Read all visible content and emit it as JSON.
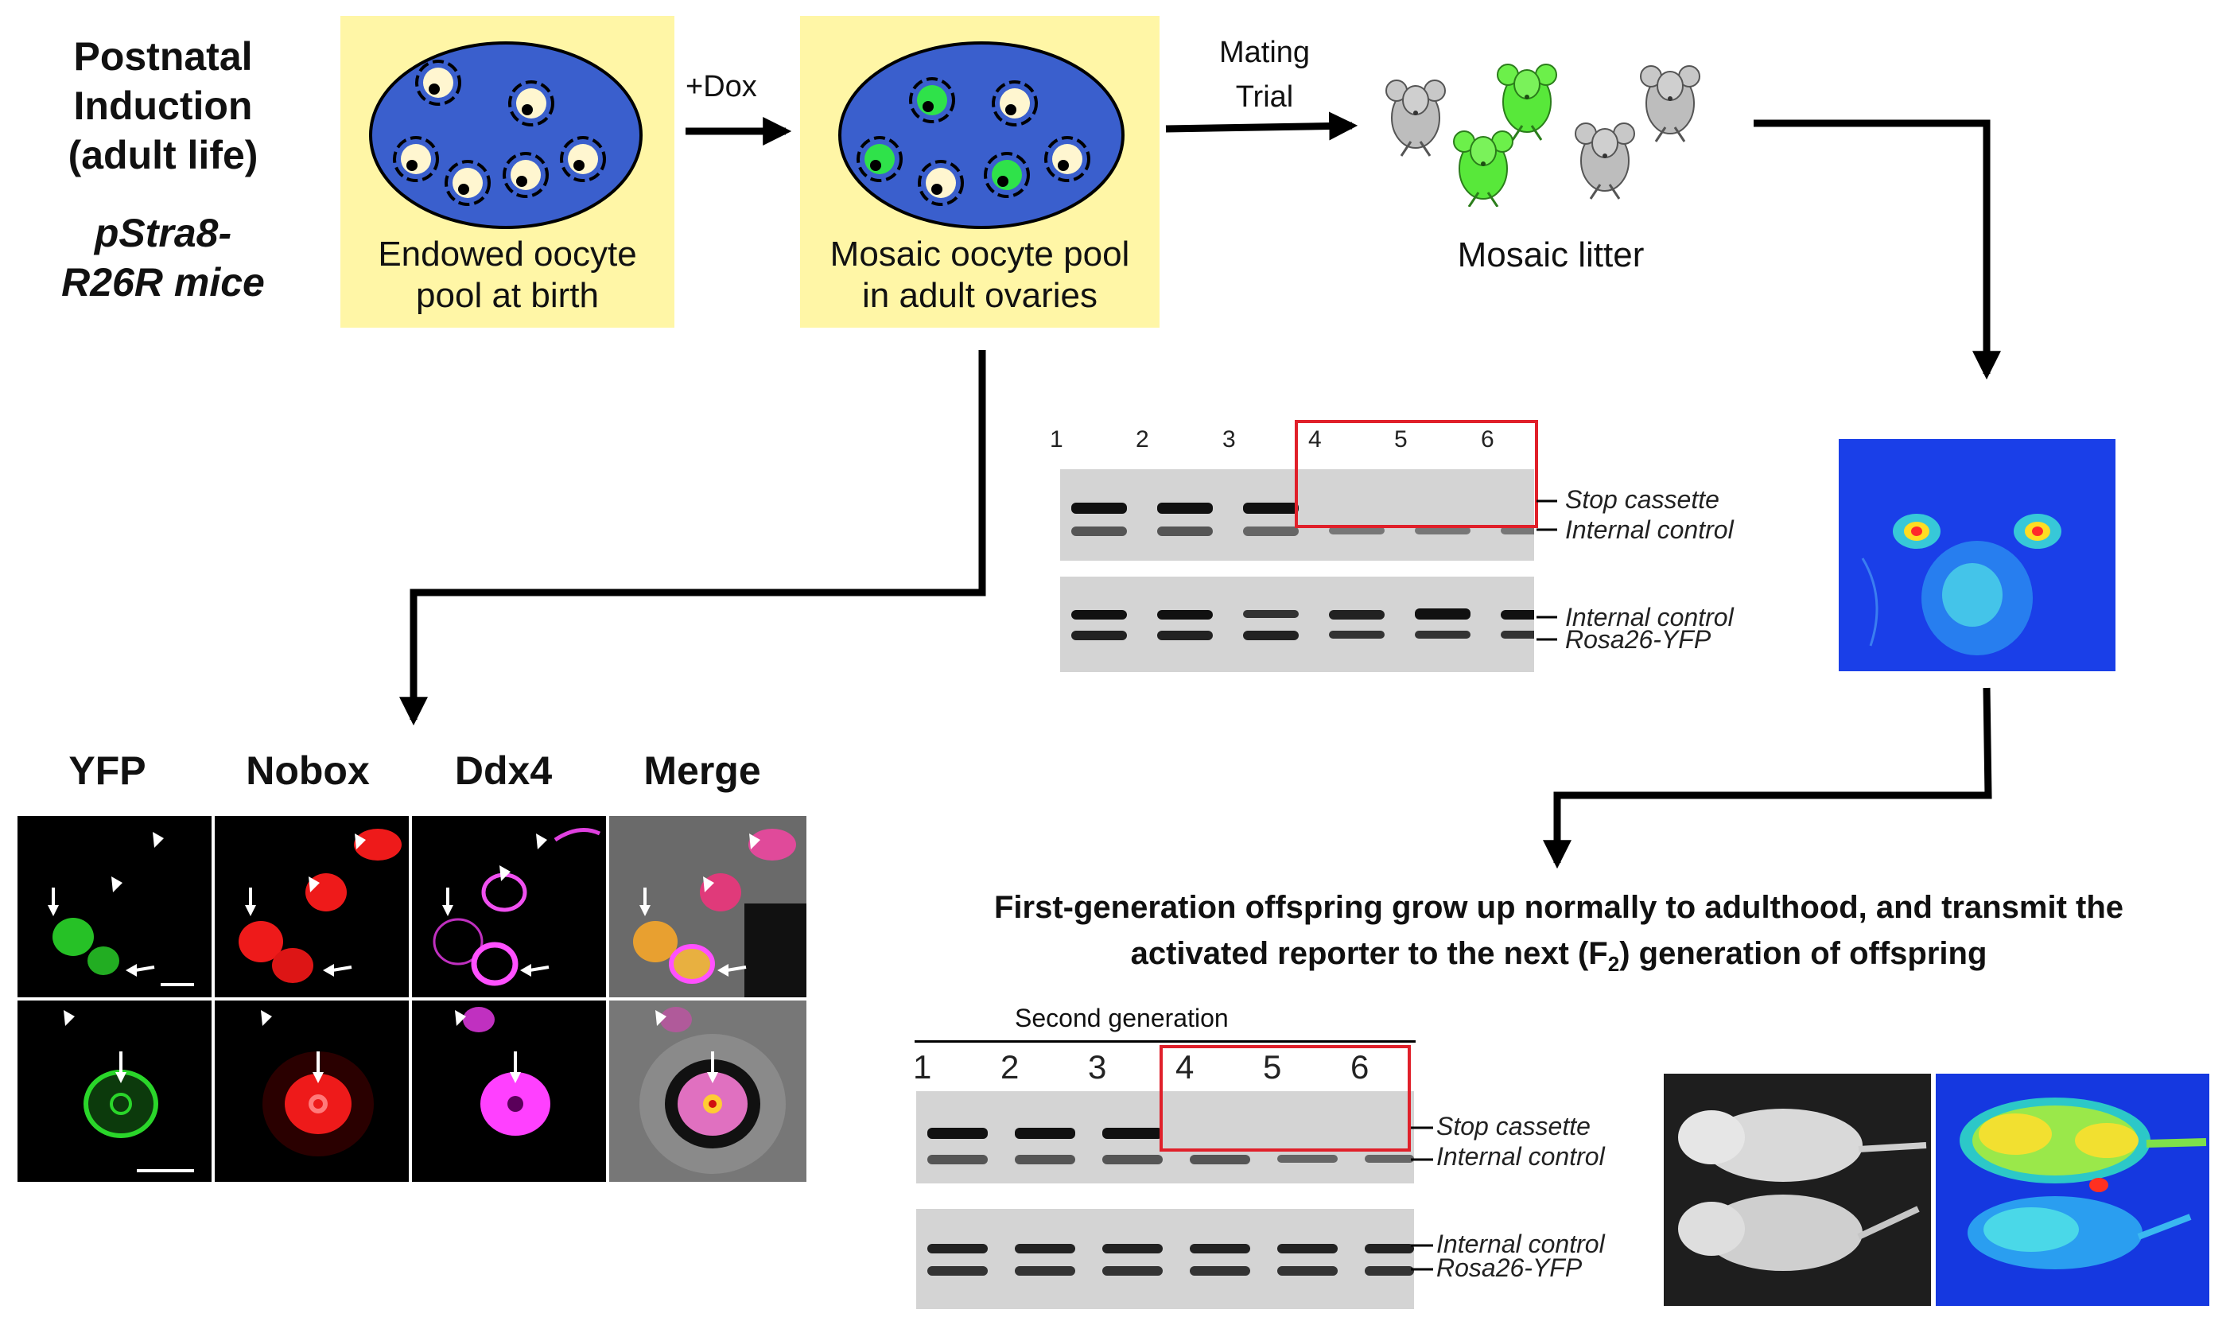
{
  "header": {
    "title_lines": [
      "Postnatal",
      "Induction",
      "(adult life)"
    ],
    "strain_lines": [
      "pStra8-",
      "R26R mice"
    ]
  },
  "ovary_boxes": {
    "birth": {
      "label_lines": [
        "Endowed oocyte",
        "pool at birth"
      ]
    },
    "adult": {
      "label_lines": [
        "Mosaic oocyte pool",
        "in adult ovaries"
      ]
    }
  },
  "arrows": {
    "dox_label": "+Dox",
    "mating_label_lines": [
      "Mating",
      "Trial"
    ]
  },
  "litter": {
    "label": "Mosaic litter"
  },
  "gel_top": {
    "lanes": [
      "1",
      "2",
      "3",
      "4",
      "5",
      "6"
    ],
    "bands": [
      "Stop cassette",
      "Internal control",
      "Internal control",
      "Rosa26-YFP"
    ]
  },
  "channels": [
    "YFP",
    "Nobox",
    "Ddx4",
    "Merge"
  ],
  "offspring": {
    "text_line1": "First-generation offspring grow up normally to adulthood,  and transmit the",
    "text_line2_pre": "activated reporter  to the next (F",
    "text_line2_sub": "2",
    "text_line2_post": ") generation of offspring"
  },
  "gel_bottom": {
    "title": "Second generation",
    "lanes": [
      "1",
      "2",
      "3",
      "4",
      "5",
      "6"
    ],
    "bands": [
      "Stop cassette",
      "Internal control",
      "Internal control",
      "Rosa26-YFP"
    ]
  },
  "colors": {
    "ovary_fill": "#3a5fcd",
    "highlight_box": "#fff6a6",
    "red_frame": "#e0202a",
    "yfp_green": "#33dd33",
    "nobox_red": "#ff2020",
    "ddx4_magenta": "#ff30ff"
  }
}
